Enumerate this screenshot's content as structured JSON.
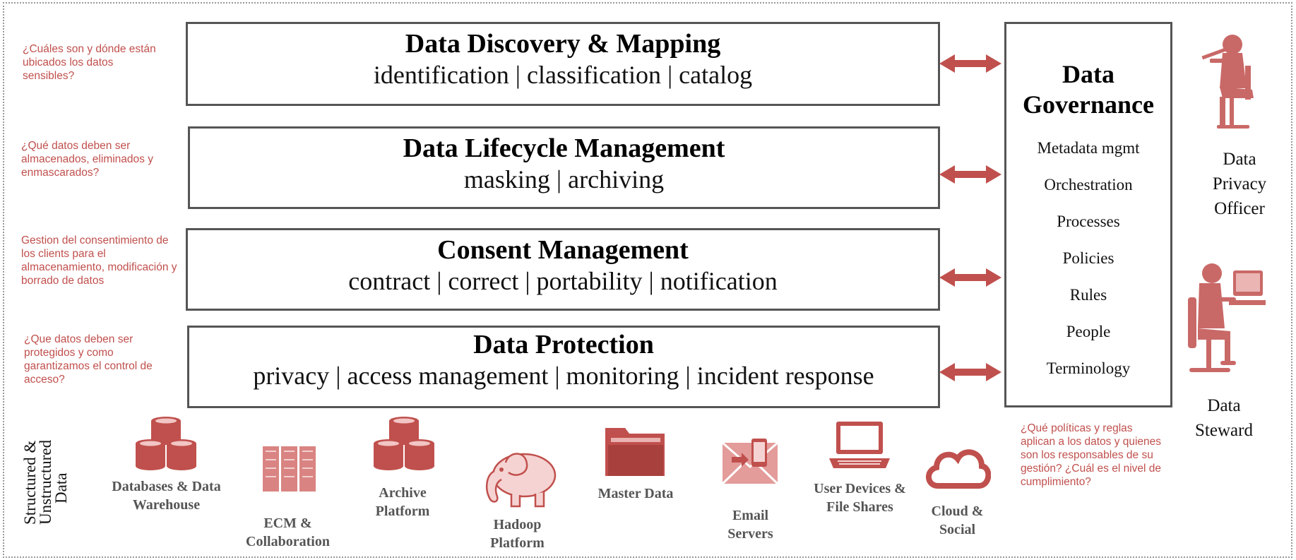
{
  "questions": [
    "¿Cuáles son y dónde están ubicados los datos sensibles?",
    "¿Qué datos deben ser almacenados, eliminados y enmascarados?",
    "Gestion del consentimiento de los clients para el almacenamiento, modificación y borrado de datos",
    "¿Que datos deben ser protegidos y como garantizamos el control de acceso?",
    "¿Qué políticas y reglas aplican a los datos y quienes son los responsables de su gestión? ¿Cuál es el nivel de cumplimiento?"
  ],
  "layers": [
    {
      "title": "Data Discovery & Mapping",
      "subtitle": "identification | classification | catalog"
    },
    {
      "title": "Data Lifecycle Management",
      "subtitle": "masking | archiving"
    },
    {
      "title": "Consent Management",
      "subtitle": "contract | correct | portability | notification"
    },
    {
      "title": "Data Protection",
      "subtitle": "privacy | access management | monitoring | incident response"
    }
  ],
  "governance": {
    "title": "Data Governance",
    "items": [
      "Metadata mgmt",
      "Orchestration",
      "Processes",
      "Policies",
      "Rules",
      "People",
      "Terminology"
    ]
  },
  "roles": [
    "Data Privacy Officer",
    "Data Steward"
  ],
  "sources_heading": "Structured & Unstructured Data",
  "sources": [
    {
      "label": "Databases & Data Warehouse",
      "icon": "database-icon"
    },
    {
      "label": "ECM & Collaboration",
      "icon": "cabinet-icon"
    },
    {
      "label": "Archive Platform",
      "icon": "database-icon"
    },
    {
      "label": "Hadoop Platform",
      "icon": "elephant-icon"
    },
    {
      "label": "Master Data",
      "icon": "folder-icon"
    },
    {
      "label": "Email Servers",
      "icon": "email-server-icon"
    },
    {
      "label": "User Devices & File Shares",
      "icon": "laptop-icon"
    },
    {
      "label": "Cloud & Social",
      "icon": "cloud-icon"
    }
  ],
  "colors": {
    "accent": "#c0504d",
    "border": "#555555",
    "icon_fill": "#c0504d"
  }
}
